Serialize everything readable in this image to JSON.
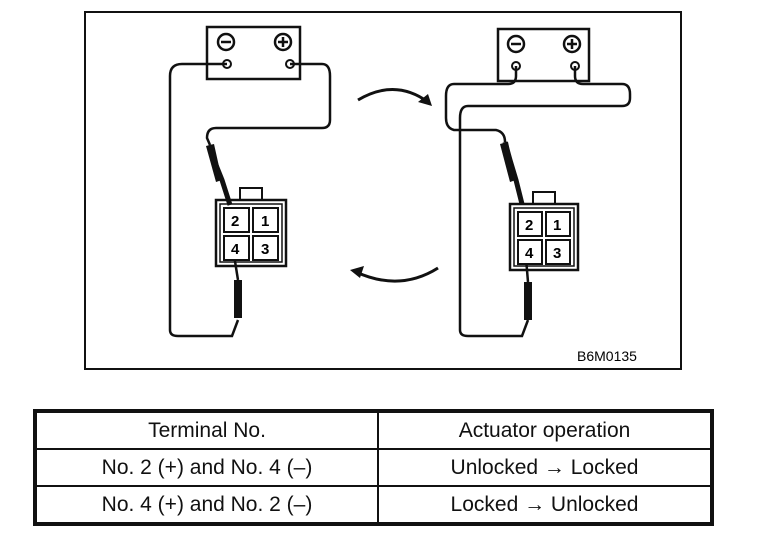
{
  "figure": {
    "code": "B6M0135",
    "left_assembly": {
      "battery_negative_symbol": "⊖",
      "battery_positive_symbol": "⊕",
      "pins": [
        "2",
        "1",
        "4",
        "3"
      ]
    },
    "right_assembly": {
      "battery_negative_symbol": "⊖",
      "battery_positive_symbol": "⊕",
      "pins": [
        "2",
        "1",
        "4",
        "3"
      ]
    }
  },
  "table": {
    "headers": [
      "Terminal No.",
      "Actuator operation"
    ],
    "rows": [
      [
        "No. 2 (+) and No. 4 (–)",
        "Unlocked → Locked"
      ],
      [
        "No. 4 (+) and No. 2 (–)",
        "Locked → Unlocked"
      ]
    ]
  }
}
